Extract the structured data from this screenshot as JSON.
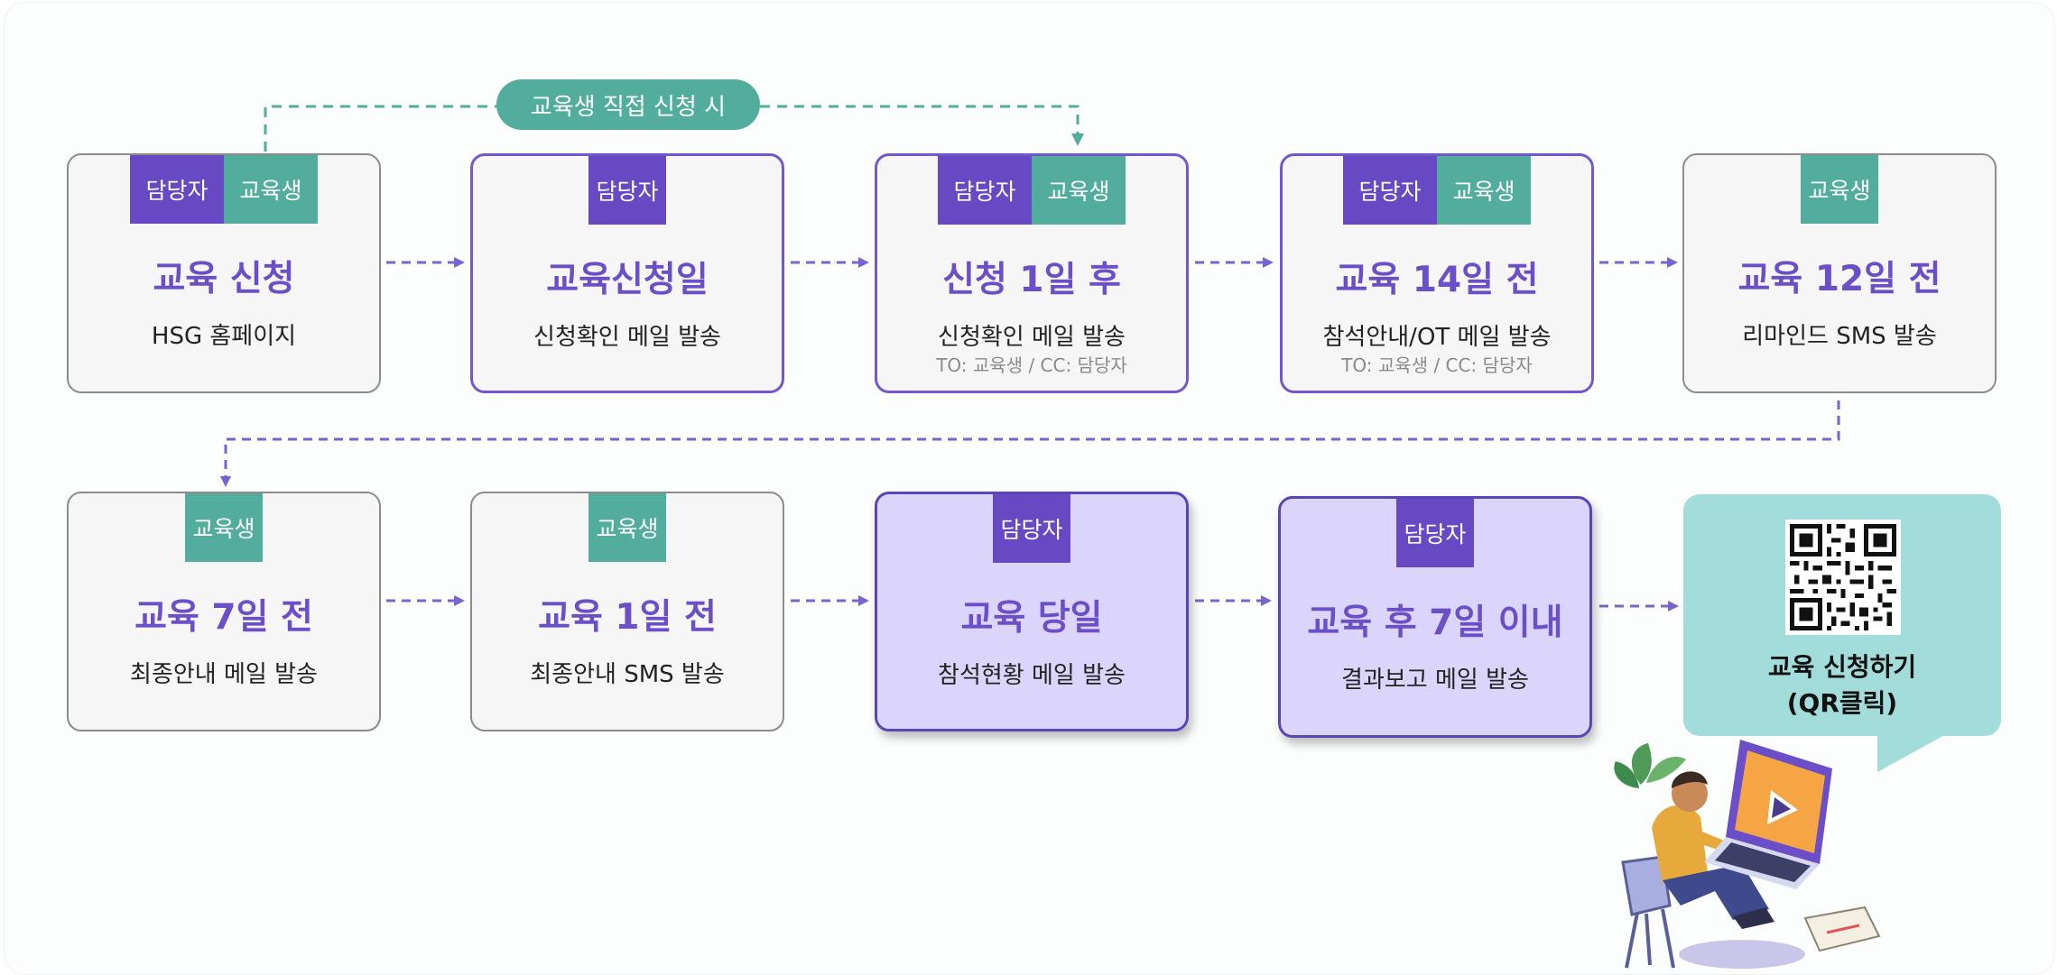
{
  "roles": {
    "manager": "담당자",
    "student": "교육생"
  },
  "direct_apply_label": "교육생 직접 신청 시",
  "steps": [
    {
      "title": "교육 신청",
      "desc": "HSG 홈페이지",
      "note": "",
      "roles": [
        "manager",
        "student"
      ]
    },
    {
      "title": "교육신청일",
      "desc": "신청확인 메일 발송",
      "note": "",
      "roles": [
        "manager"
      ]
    },
    {
      "title": "신청 1일 후",
      "desc": "신청확인 메일 발송",
      "note": "TO: 교육생 / CC: 담당자",
      "roles": [
        "manager",
        "student"
      ]
    },
    {
      "title": "교육 14일 전",
      "desc": "참석안내/OT 메일 발송",
      "note": "TO: 교육생 / CC: 담당자",
      "roles": [
        "manager",
        "student"
      ]
    },
    {
      "title": "교육 12일 전",
      "desc": "리마인드 SMS 발송",
      "note": "",
      "roles": [
        "student"
      ]
    },
    {
      "title": "교육 7일 전",
      "desc": "최종안내 메일 발송",
      "note": "",
      "roles": [
        "student"
      ]
    },
    {
      "title": "교육 1일 전",
      "desc": "최종안내 SMS 발송",
      "note": "",
      "roles": [
        "student"
      ]
    },
    {
      "title": "교육 당일",
      "desc": "참석현황 메일 발송",
      "note": "",
      "roles": [
        "manager"
      ]
    },
    {
      "title": "교육 후 7일 이내",
      "desc": "결과보고 메일 발송",
      "note": "",
      "roles": [
        "manager"
      ]
    }
  ],
  "qr": {
    "line1": "교육 신청하기",
    "line2": "(QR클릭)"
  },
  "colors": {
    "manager": "#6749c4",
    "student": "#53ad9c",
    "title": "#6a4fc8",
    "qr_card": "#a3dddb"
  }
}
